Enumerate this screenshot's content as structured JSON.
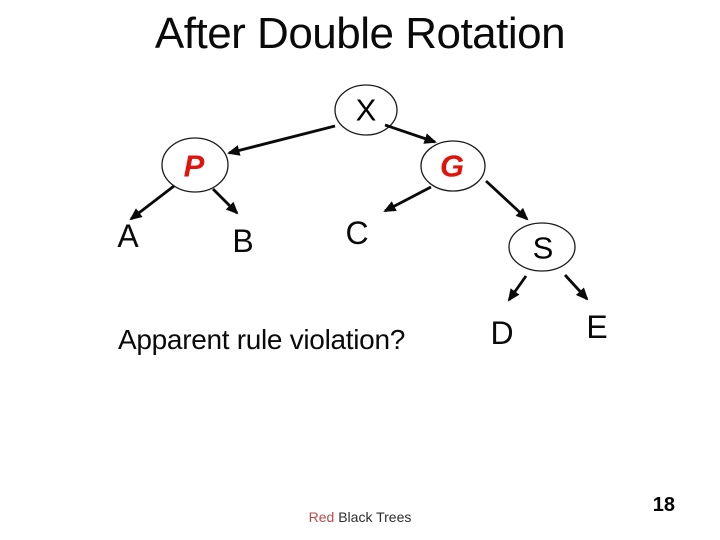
{
  "slide": {
    "title": "After Double Rotation",
    "caption": "Apparent rule violation?",
    "footer": {
      "highlight": "Red",
      "rest": " Black Trees"
    },
    "page_number": "18"
  },
  "tree": {
    "nodes": [
      {
        "id": "X",
        "label": "X",
        "text_color": "black",
        "shape": "ellipse"
      },
      {
        "id": "P",
        "label": "P",
        "text_color": "red",
        "shape": "ellipse"
      },
      {
        "id": "G",
        "label": "G",
        "text_color": "red",
        "shape": "ellipse"
      },
      {
        "id": "S",
        "label": "S",
        "text_color": "black",
        "shape": "ellipse"
      }
    ],
    "leaves": [
      {
        "id": "A",
        "label": "A"
      },
      {
        "id": "B",
        "label": "B"
      },
      {
        "id": "C",
        "label": "C"
      },
      {
        "id": "D",
        "label": "D"
      },
      {
        "id": "E",
        "label": "E"
      }
    ],
    "structure": {
      "root": "X",
      "edges": [
        [
          "X",
          "P"
        ],
        [
          "X",
          "G"
        ],
        [
          "P",
          "A"
        ],
        [
          "P",
          "B"
        ],
        [
          "G",
          "C"
        ],
        [
          "G",
          "S"
        ],
        [
          "S",
          "D"
        ],
        [
          "S",
          "E"
        ]
      ]
    }
  },
  "colors": {
    "background": "#ffffff",
    "node_red_text": "#e1140c",
    "footer_red": "#be4b44",
    "text": "#0a0a0a"
  }
}
